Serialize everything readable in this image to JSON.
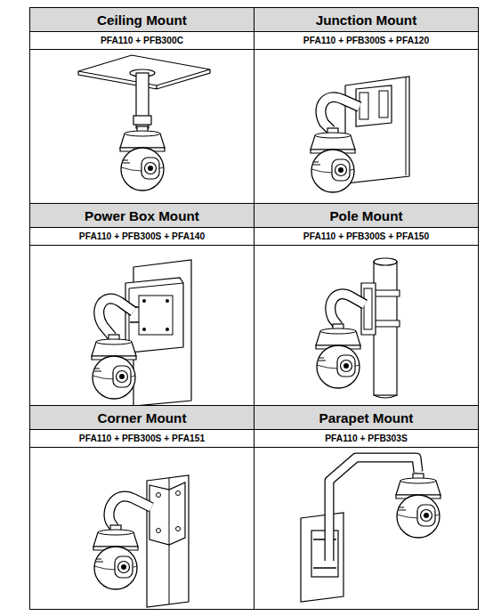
{
  "diagram": {
    "nodes": [
      {
        "text": [
          "Ceiling Mount",
          "PFA110 + PFB300C"
        ]
      },
      {
        "text": [
          "Junction Mount",
          "PFA110 + PFB300S + PFA120"
        ]
      },
      {
        "text": [
          "Power Box Mount",
          "PFA110 + PFB300S + PFA140"
        ]
      },
      {
        "text": [
          "Pole Mount",
          "PFA110 + PFB300S + PFA150"
        ]
      },
      {
        "text": [
          "Corner Mount",
          "PFA110 + PFB300S + PFA151"
        ]
      },
      {
        "text": [
          "Parapet Mount",
          "PFA110 + PFB303S"
        ]
      }
    ]
  }
}
